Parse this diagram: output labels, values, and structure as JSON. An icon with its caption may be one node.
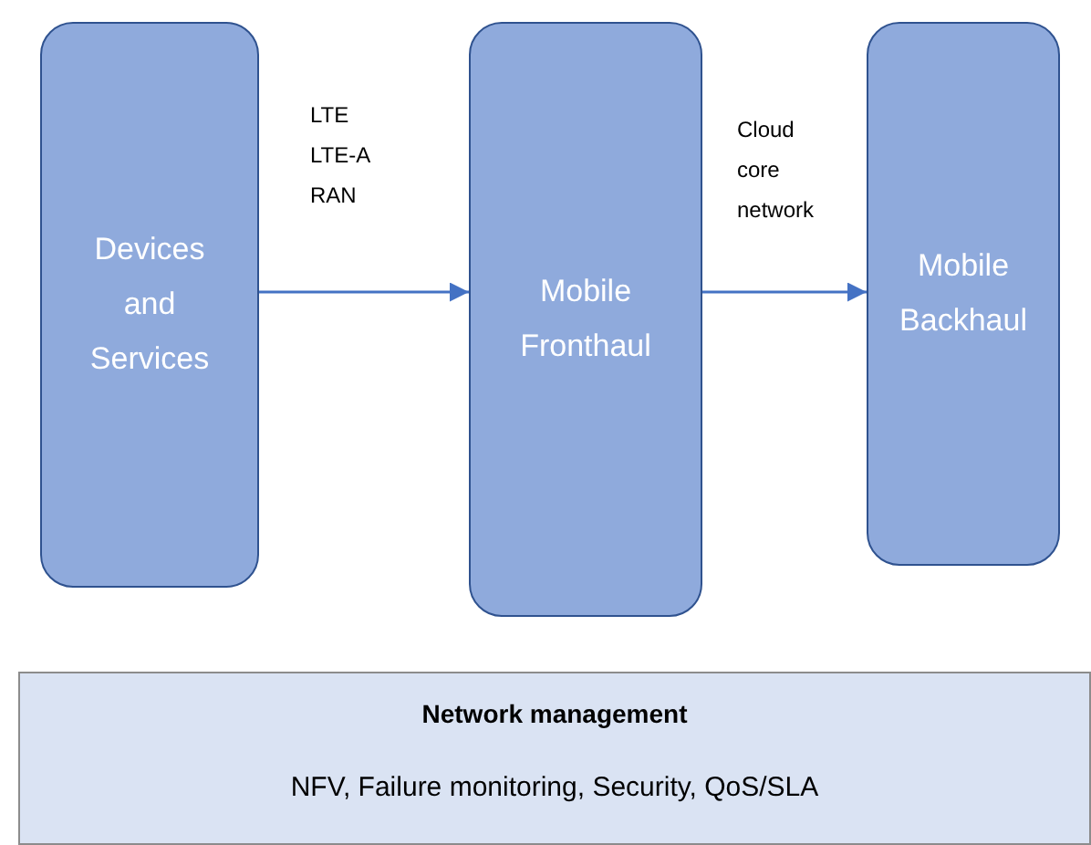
{
  "diagram": {
    "nodes": [
      {
        "text": [
          "Devices and Services"
        ]
      },
      {
        "text": [
          "Mobile Fronthaul"
        ]
      },
      {
        "text": [
          "Mobile Backhaul"
        ]
      },
      {
        "text": [
          "Network management",
          "NFV, Failure monitoring, Security, QoS/SLA"
        ]
      }
    ],
    "edges": [
      {
        "from": 0,
        "to": 1,
        "arrow": "to",
        "label": "LTE LTE-A RAN"
      },
      {
        "from": 1,
        "to": 2,
        "arrow": "to",
        "label": "Cloud core network"
      }
    ]
  }
}
